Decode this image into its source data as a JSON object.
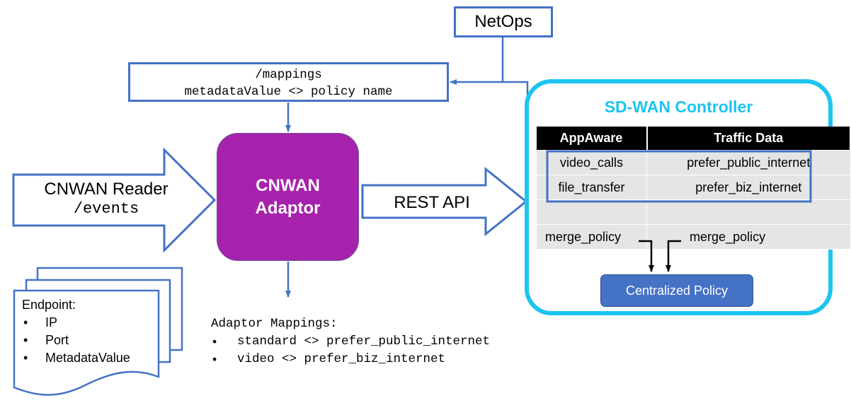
{
  "netops": {
    "label": "NetOps"
  },
  "mappings_box": {
    "line1": "/mappings",
    "line2": "metadataValue <> policy name"
  },
  "reader_arrow": {
    "line1": "CNWAN Reader",
    "line2": "/events"
  },
  "adaptor": {
    "line1": "CNWAN",
    "line2": "Adaptor"
  },
  "rest_arrow": {
    "label": "REST API"
  },
  "endpoint": {
    "title": "Endpoint:",
    "items": [
      "IP",
      "Port",
      "MetadataValue"
    ]
  },
  "adaptor_mappings": {
    "title": "Adaptor Mappings:",
    "items": [
      "standard <> prefer_public_internet",
      "video <> prefer_biz_internet"
    ]
  },
  "controller": {
    "title": "SD-WAN Controller",
    "headers": [
      "AppAware",
      "Traffic Data"
    ],
    "rows": [
      [
        "video_calls",
        "prefer_public_internet"
      ],
      [
        "file_transfer",
        "prefer_biz_internet"
      ],
      [
        "",
        ""
      ],
      [
        "merge_policy",
        "merge_policy"
      ]
    ],
    "centralized_policy": "Centralized Policy"
  },
  "colors": {
    "blue": "#4472c4",
    "adaptor_purple": "#a722ac",
    "controller_cyan": "#1cc4f0"
  }
}
